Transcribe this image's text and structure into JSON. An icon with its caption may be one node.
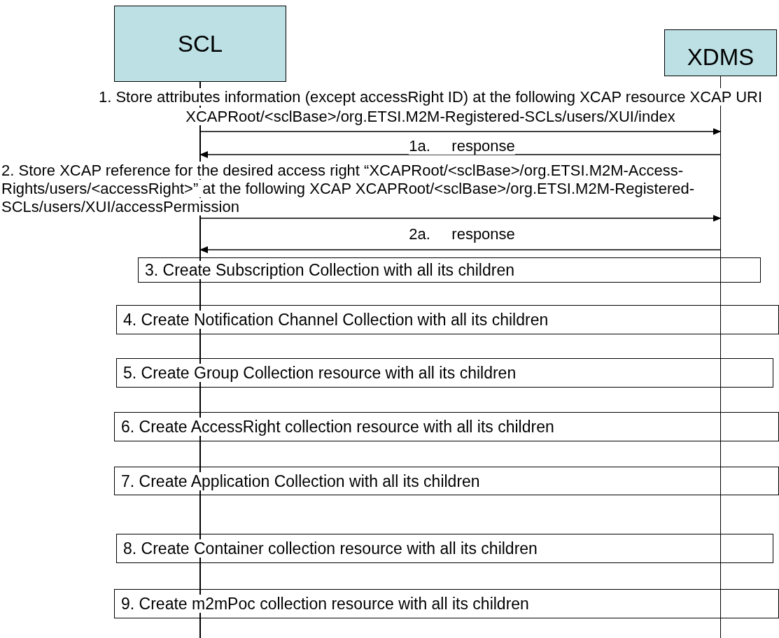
{
  "diagram": {
    "nodes": [
      {
        "text": [
          "SCL"
        ]
      },
      {
        "text": [
          "XDMS"
        ]
      },
      {
        "text": [
          "3. Create Subscription Collection with all its children"
        ]
      },
      {
        "text": [
          "4. Create Notification Channel Collection with all its children"
        ]
      },
      {
        "text": [
          "5. Create Group Collection resource with all its children"
        ]
      },
      {
        "text": [
          "6. Create AccessRight collection resource with all its children"
        ]
      },
      {
        "text": [
          "7. Create Application Collection with all its children"
        ]
      },
      {
        "text": [
          "8. Create Container collection resource with all its children"
        ]
      },
      {
        "text": [
          "9. Create m2mPoc collection resource with all its children"
        ]
      }
    ],
    "edges": [
      {
        "from": 0,
        "to": 1,
        "arrow": "to",
        "label": "1. Store attributes information (except accessRight ID) at the following XCAP resource XCAP URI XCAPRoot/<sclBase>/org.ETSI.M2M-Registered-SCLs/users/XUI/index"
      },
      {
        "from": 1,
        "to": 0,
        "arrow": "to",
        "label": "1a.     response"
      },
      {
        "from": 0,
        "to": 1,
        "arrow": "to",
        "label": "2. Store XCAP reference for the desired access right “XCAPRoot/<sclBase>/org.ETSI.M2M-Access-Rights/users/<accessRight>” at the following XCAP XCAPRoot/<sclBase>/org.ETSI.M2M-Registered-SCLs/users/XUI/accessPermission"
      },
      {
        "from": 1,
        "to": 0,
        "arrow": "to",
        "label": "2a.     response"
      }
    ]
  }
}
